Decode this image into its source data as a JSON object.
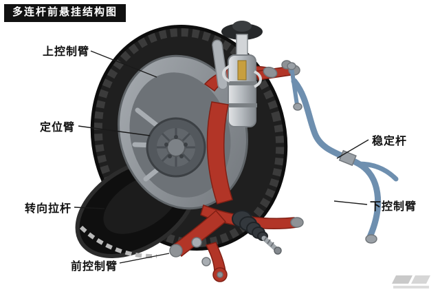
{
  "title": "多连杆前悬挂结构图",
  "labels": {
    "upper_control_arm": "上控制臂",
    "positioning_arm": "定位臂",
    "steering_tie_rod": "转向拉杆",
    "front_control_arm": "前控制臂",
    "stabilizer_bar": "稳定杆",
    "lower_control_arm": "下控制臂"
  },
  "colors": {
    "title_bg": "#111111",
    "title_text": "#ffffff",
    "label_text": "#111111",
    "leader_line": "#1a1a1a",
    "arm_red": "#b23527",
    "arm_red_dark": "#801f14",
    "stabilizer_blue": "#6e8faf",
    "tire_black": "#1f1f1f",
    "metal_silver": "#b4b9be",
    "watermark_gray": "#c9c9c9"
  }
}
